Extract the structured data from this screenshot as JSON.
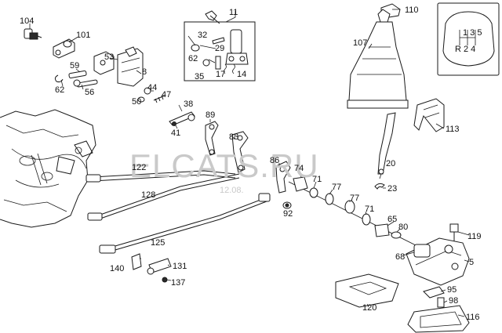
{
  "watermark": {
    "text": "ELCATS.RU",
    "date": "12.08."
  },
  "callouts": {
    "p104": "104",
    "p101": "101",
    "p11": "11",
    "p32": "32",
    "p29": "29",
    "p62a": "62",
    "p35": "35",
    "p17": "17",
    "p14": "14",
    "p110": "110",
    "p107": "107",
    "p59": "59",
    "p53": "53",
    "p8": "8",
    "p62b": "62",
    "p56": "56",
    "p44": "44",
    "p50": "50",
    "p47": "47",
    "p38": "38",
    "p41": "41",
    "p89": "89",
    "p83": "83",
    "p86": "86",
    "p74": "74",
    "p71a": "71",
    "p77a": "77",
    "p77b": "77",
    "p71b": "71",
    "p20": "20",
    "p23": "23",
    "p113": "113",
    "p122": "122",
    "p128": "128",
    "p92": "92",
    "p65": "65",
    "p80": "80",
    "p119": "119",
    "p125": "125",
    "p68": "68",
    "p5": "5",
    "p140": "140",
    "p131": "131",
    "p137": "137",
    "p120": "120",
    "p95": "95",
    "p98": "98",
    "p116": "116"
  },
  "shift_pattern": {
    "top": "1 3 5",
    "bottom": "R 2 4"
  },
  "colors": {
    "line": "#1a1a1a",
    "watermark": "#c9c9c9",
    "background": "#ffffff"
  }
}
